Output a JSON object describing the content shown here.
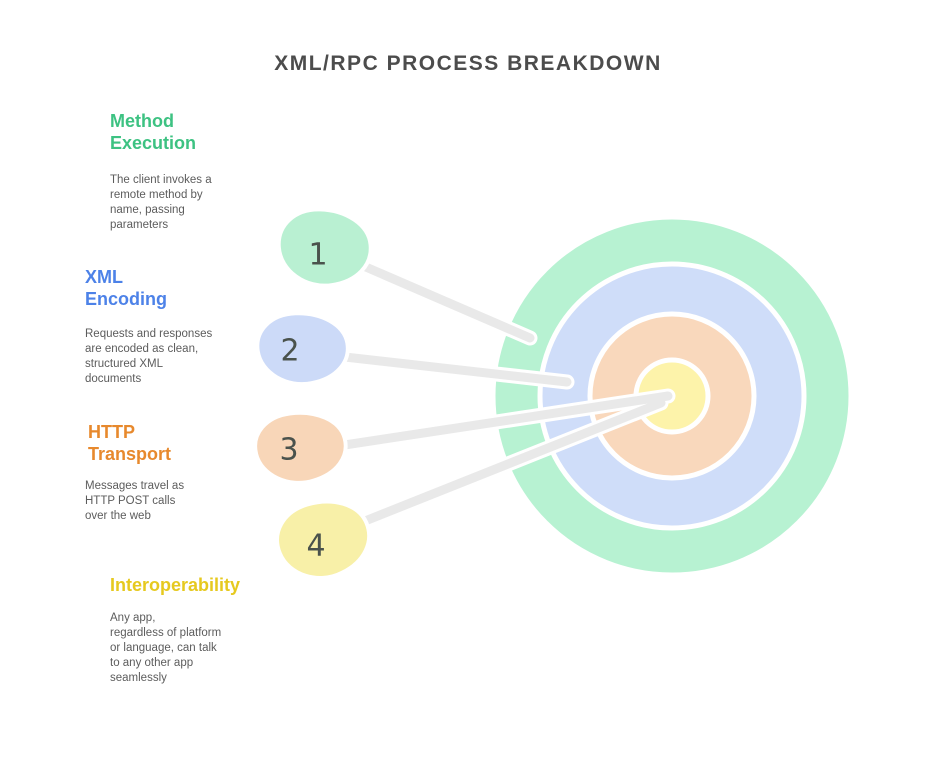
{
  "title": "XML/RPC Process Breakdown",
  "colors": {
    "title_text": "#4c4c4c",
    "body_text": "#5c5c5c",
    "connector_line": "#e9e9e9",
    "ring_outer_green": "#b7f2d2",
    "ring_blue": "#cfddf9",
    "ring_orange": "#f9d8bc",
    "ring_center_yellow": "#fdf3aa"
  },
  "target": {
    "rings": [
      {
        "name": "outer-green",
        "color": "#b7f2d2"
      },
      {
        "name": "blue",
        "color": "#cfddf9"
      },
      {
        "name": "orange",
        "color": "#f9d8bc"
      },
      {
        "name": "center-yellow",
        "color": "#fdf3aa"
      }
    ]
  },
  "sections": [
    {
      "number": "1",
      "label": "Method\nExecution",
      "label_color": "#3dc282",
      "balloon_color": "#b9f0d2",
      "body": "The client invokes a\nremote method by\nname, passing\nparameters"
    },
    {
      "number": "2",
      "label": "XML\nEncoding",
      "label_color": "#4d82e8",
      "balloon_color": "#ccdaf8",
      "body": "Requests and responses\nare encoded as clean,\nstructured XML\ndocuments"
    },
    {
      "number": "3",
      "label": "HTTP\nTransport",
      "label_color": "#e7892d",
      "balloon_color": "#f8d6b8",
      "body": "Messages travel as\nHTTP POST calls\nover the web"
    },
    {
      "number": "4",
      "label": "Interoperability",
      "label_color": "#e6c91f",
      "balloon_color": "#f8f0a8",
      "body": "Any app,\nregardless of platform\nor language, can talk\nto any other app\nseamlessly"
    }
  ]
}
